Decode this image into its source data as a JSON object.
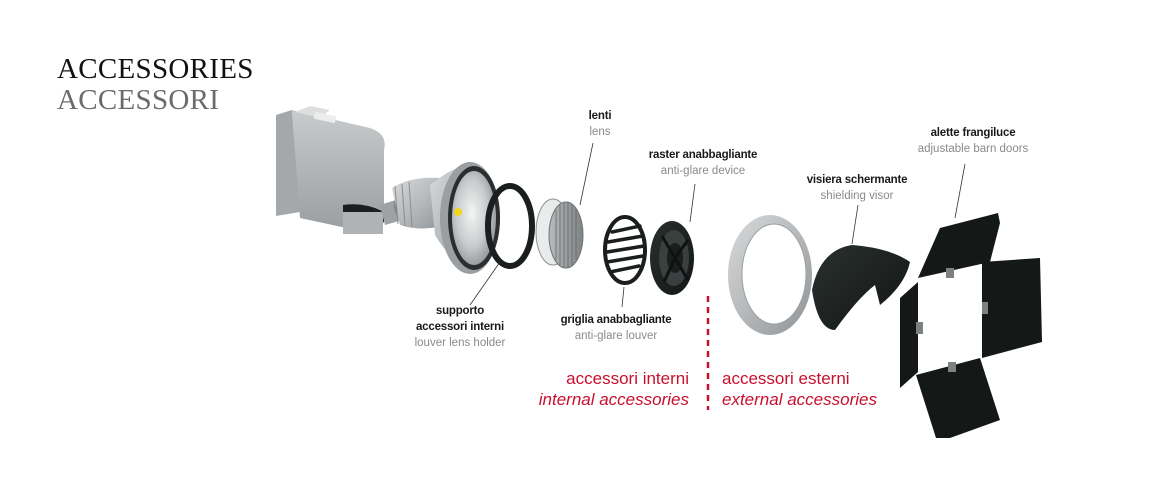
{
  "title": {
    "english": "ACCESSORIES",
    "italian": "ACCESSORI"
  },
  "colors": {
    "title_primary": "#111111",
    "title_secondary": "#6b6b6b",
    "label_italian": "#1a1a1a",
    "label_english": "#8a8a8a",
    "accent_red": "#c8102e",
    "part_dark": "#1e2322",
    "part_silver": "#b9bcbe"
  },
  "parts": [
    {
      "id": "lens-holder",
      "italian": "supporto accessori interni",
      "italian_line1": "supporto",
      "italian_line2": "accessori interni",
      "english": "louver lens holder"
    },
    {
      "id": "lens",
      "italian": "lenti",
      "english": "lens"
    },
    {
      "id": "anti-glare-louver",
      "italian": "griglia anabbagliante",
      "english": "anti-glare louver"
    },
    {
      "id": "anti-glare-device",
      "italian": "raster anabbagliante",
      "english": "anti-glare device"
    },
    {
      "id": "shielding-visor",
      "italian": "visiera schermante",
      "english": "shielding visor"
    },
    {
      "id": "barn-doors",
      "italian": "alette frangiluce",
      "english": "adjustable barn doors"
    }
  ],
  "groups": {
    "internal": {
      "italian": "accessori interni",
      "english": "internal accessories"
    },
    "external": {
      "italian": "accessori esterni",
      "english": "external accessories"
    }
  }
}
